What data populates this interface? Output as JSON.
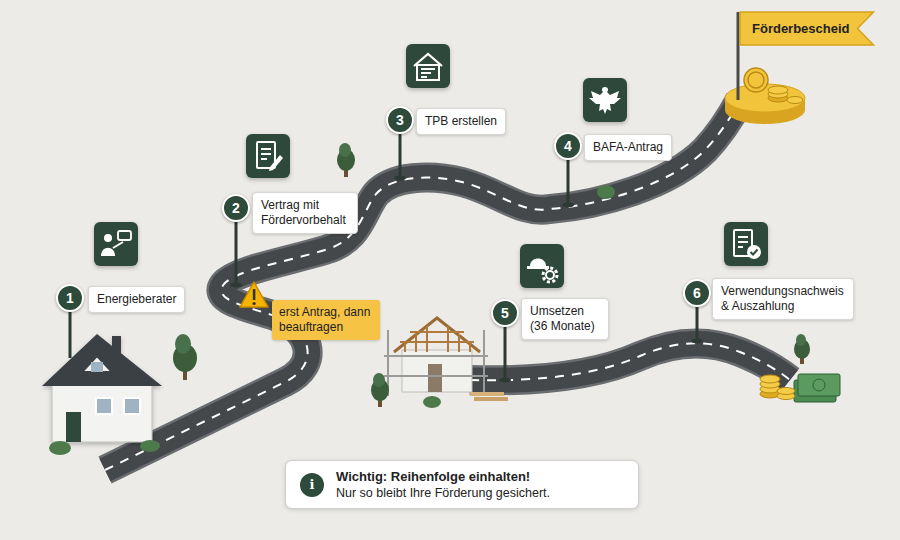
{
  "diagram": {
    "nodes": [
      {
        "text": [
          "1"
        ]
      },
      {
        "text": [
          "Energieberater"
        ]
      },
      {
        "text": [
          "2"
        ]
      },
      {
        "text": [
          "Vertrag mit Fördervorbehalt"
        ]
      },
      {
        "text": [
          "erst Antrag, dann beauftragen"
        ]
      },
      {
        "text": [
          "3"
        ]
      },
      {
        "text": [
          "TPB erstellen"
        ]
      },
      {
        "text": [
          "4"
        ]
      },
      {
        "text": [
          "BAFA-Antrag"
        ]
      },
      {
        "text": [
          "Förderbescheid"
        ]
      },
      {
        "text": [
          "5"
        ]
      },
      {
        "text": [
          "Umsetzen (36 Monate)"
        ]
      },
      {
        "text": [
          "6"
        ]
      },
      {
        "text": [
          "Verwendungsnachweis & Auszahlung"
        ]
      },
      {
        "text": [
          "Wichtig: Reihenfolge einhalten!",
          "Nur so bleibt Ihre Förderung gesichert."
        ]
      },
      {
        "text": [
          "i"
        ],
        "in": 14
      }
    ]
  }
}
